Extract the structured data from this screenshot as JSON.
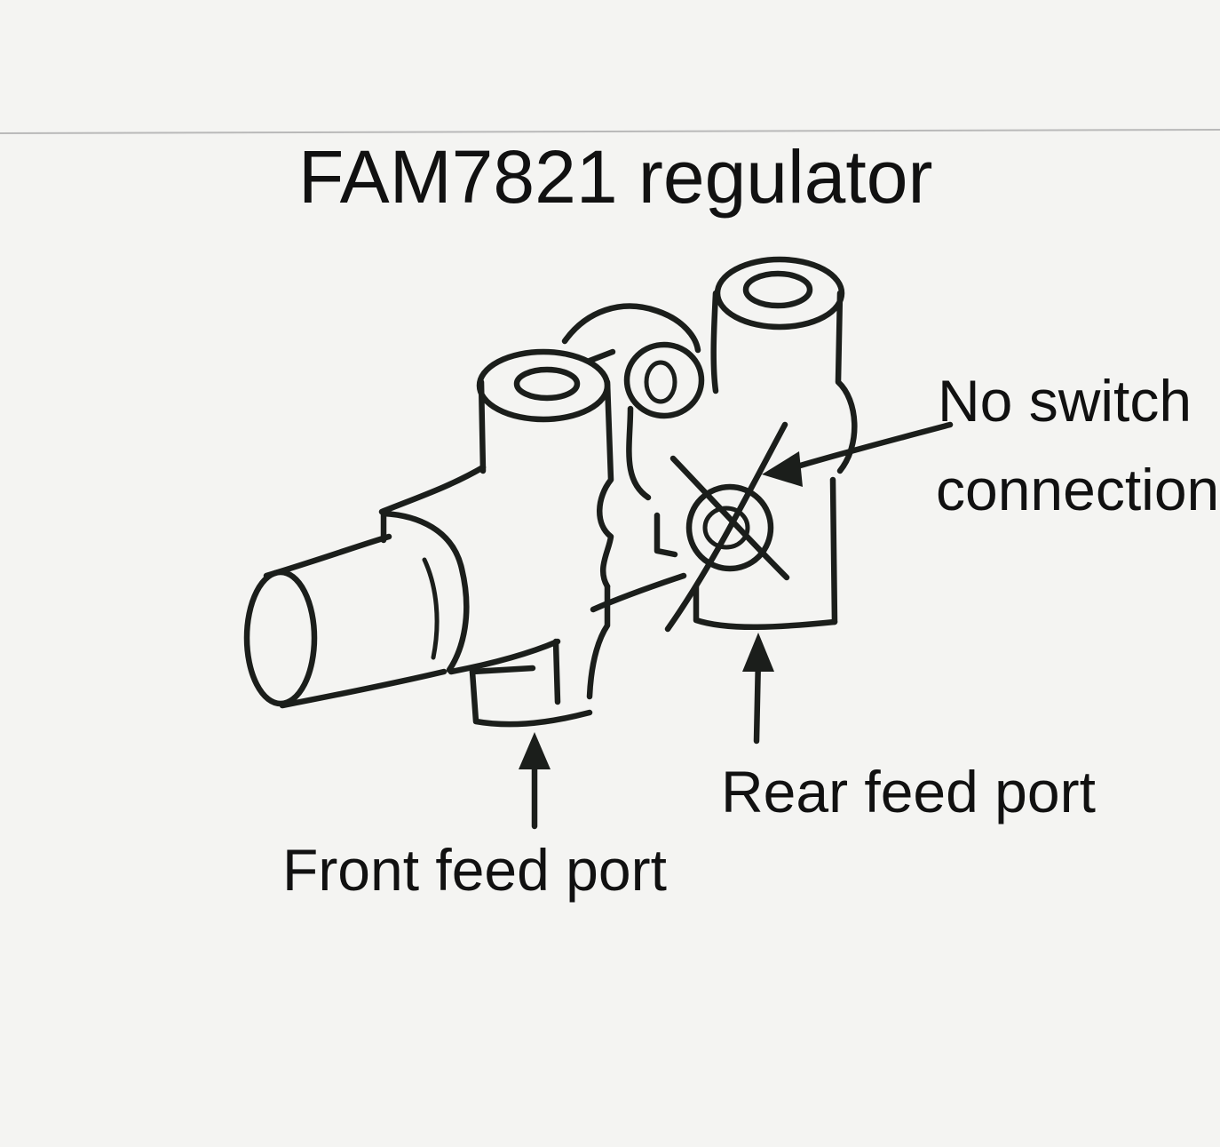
{
  "title": "FAM7821 regulator",
  "labels": {
    "no_switch_line1": "No switch",
    "no_switch_line2": "connection",
    "rear_feed": "Rear feed port",
    "front_feed": "Front feed port"
  },
  "colors": {
    "ink": "#1b1e1b",
    "paper": "#f4f4f2",
    "ruled_line": "#b9b9b9"
  }
}
